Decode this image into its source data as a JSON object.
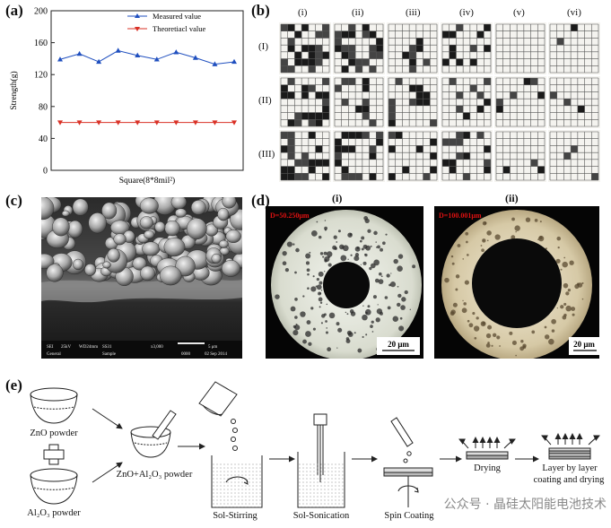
{
  "panels": {
    "a": "(a)",
    "b": "(b)",
    "c": "(c)",
    "d": "(d)",
    "e": "(e)"
  },
  "chart_data": {
    "type": "line",
    "xlabel": "Square(8*8mil²)",
    "ylabel": "Strength(g)",
    "ylim": [
      0,
      200
    ],
    "yticks": [
      0,
      40,
      80,
      120,
      160,
      200
    ],
    "x": [
      1,
      2,
      3,
      4,
      5,
      6,
      7,
      8,
      9,
      10
    ],
    "series": [
      {
        "name": "Measured value",
        "values": [
          139,
          146,
          136,
          150,
          144,
          139,
          148,
          141,
          133,
          136
        ]
      },
      {
        "name": "Theoretiacl value",
        "values": [
          60,
          60,
          60,
          60,
          60,
          60,
          60,
          60,
          60,
          60
        ]
      }
    ],
    "legend": "top-right",
    "colors": {
      "measured": "#1f4fbf",
      "theoretical": "#d93025"
    }
  },
  "panel_b": {
    "columns": [
      "(i)",
      "(ii)",
      "(iii)",
      "(iv)",
      "(v)",
      "(vi)"
    ],
    "rows": [
      "(I)",
      "(II)",
      "(III)"
    ],
    "damage": [
      [
        0.55,
        0.35,
        0.22,
        0.18,
        0.06,
        0.02
      ],
      [
        0.45,
        0.3,
        0.28,
        0.22,
        0.08,
        0.04
      ],
      [
        0.5,
        0.4,
        0.2,
        0.25,
        0.07,
        0.04
      ]
    ]
  },
  "panel_c": {
    "info": [
      "SEI",
      "25kV",
      "WD24mm",
      "SS31",
      "x3,000",
      "5 μm"
    ],
    "info2": [
      "General",
      "Sample",
      "0000",
      "02 Sep 2014"
    ]
  },
  "panel_d": {
    "subs": [
      "(i)",
      "(ii)"
    ],
    "diam": [
      "D=50.250μm",
      "D=100.001μm"
    ],
    "scale": [
      "20 μm",
      "20 μm"
    ]
  },
  "panel_e": {
    "zno": "ZnO powder",
    "al2o3": "Al₂O₃ powder",
    "mix": "ZnO+Al₂O₃ powder",
    "stirring": "Sol-Stirring",
    "sonication": "Sol-Sonication",
    "spin": "Spin Coating",
    "drying": "Drying",
    "layer1": "Layer by layer",
    "layer2": "coating and drying",
    "watermark": "公众号 · 晶硅太阳能电池技术"
  }
}
